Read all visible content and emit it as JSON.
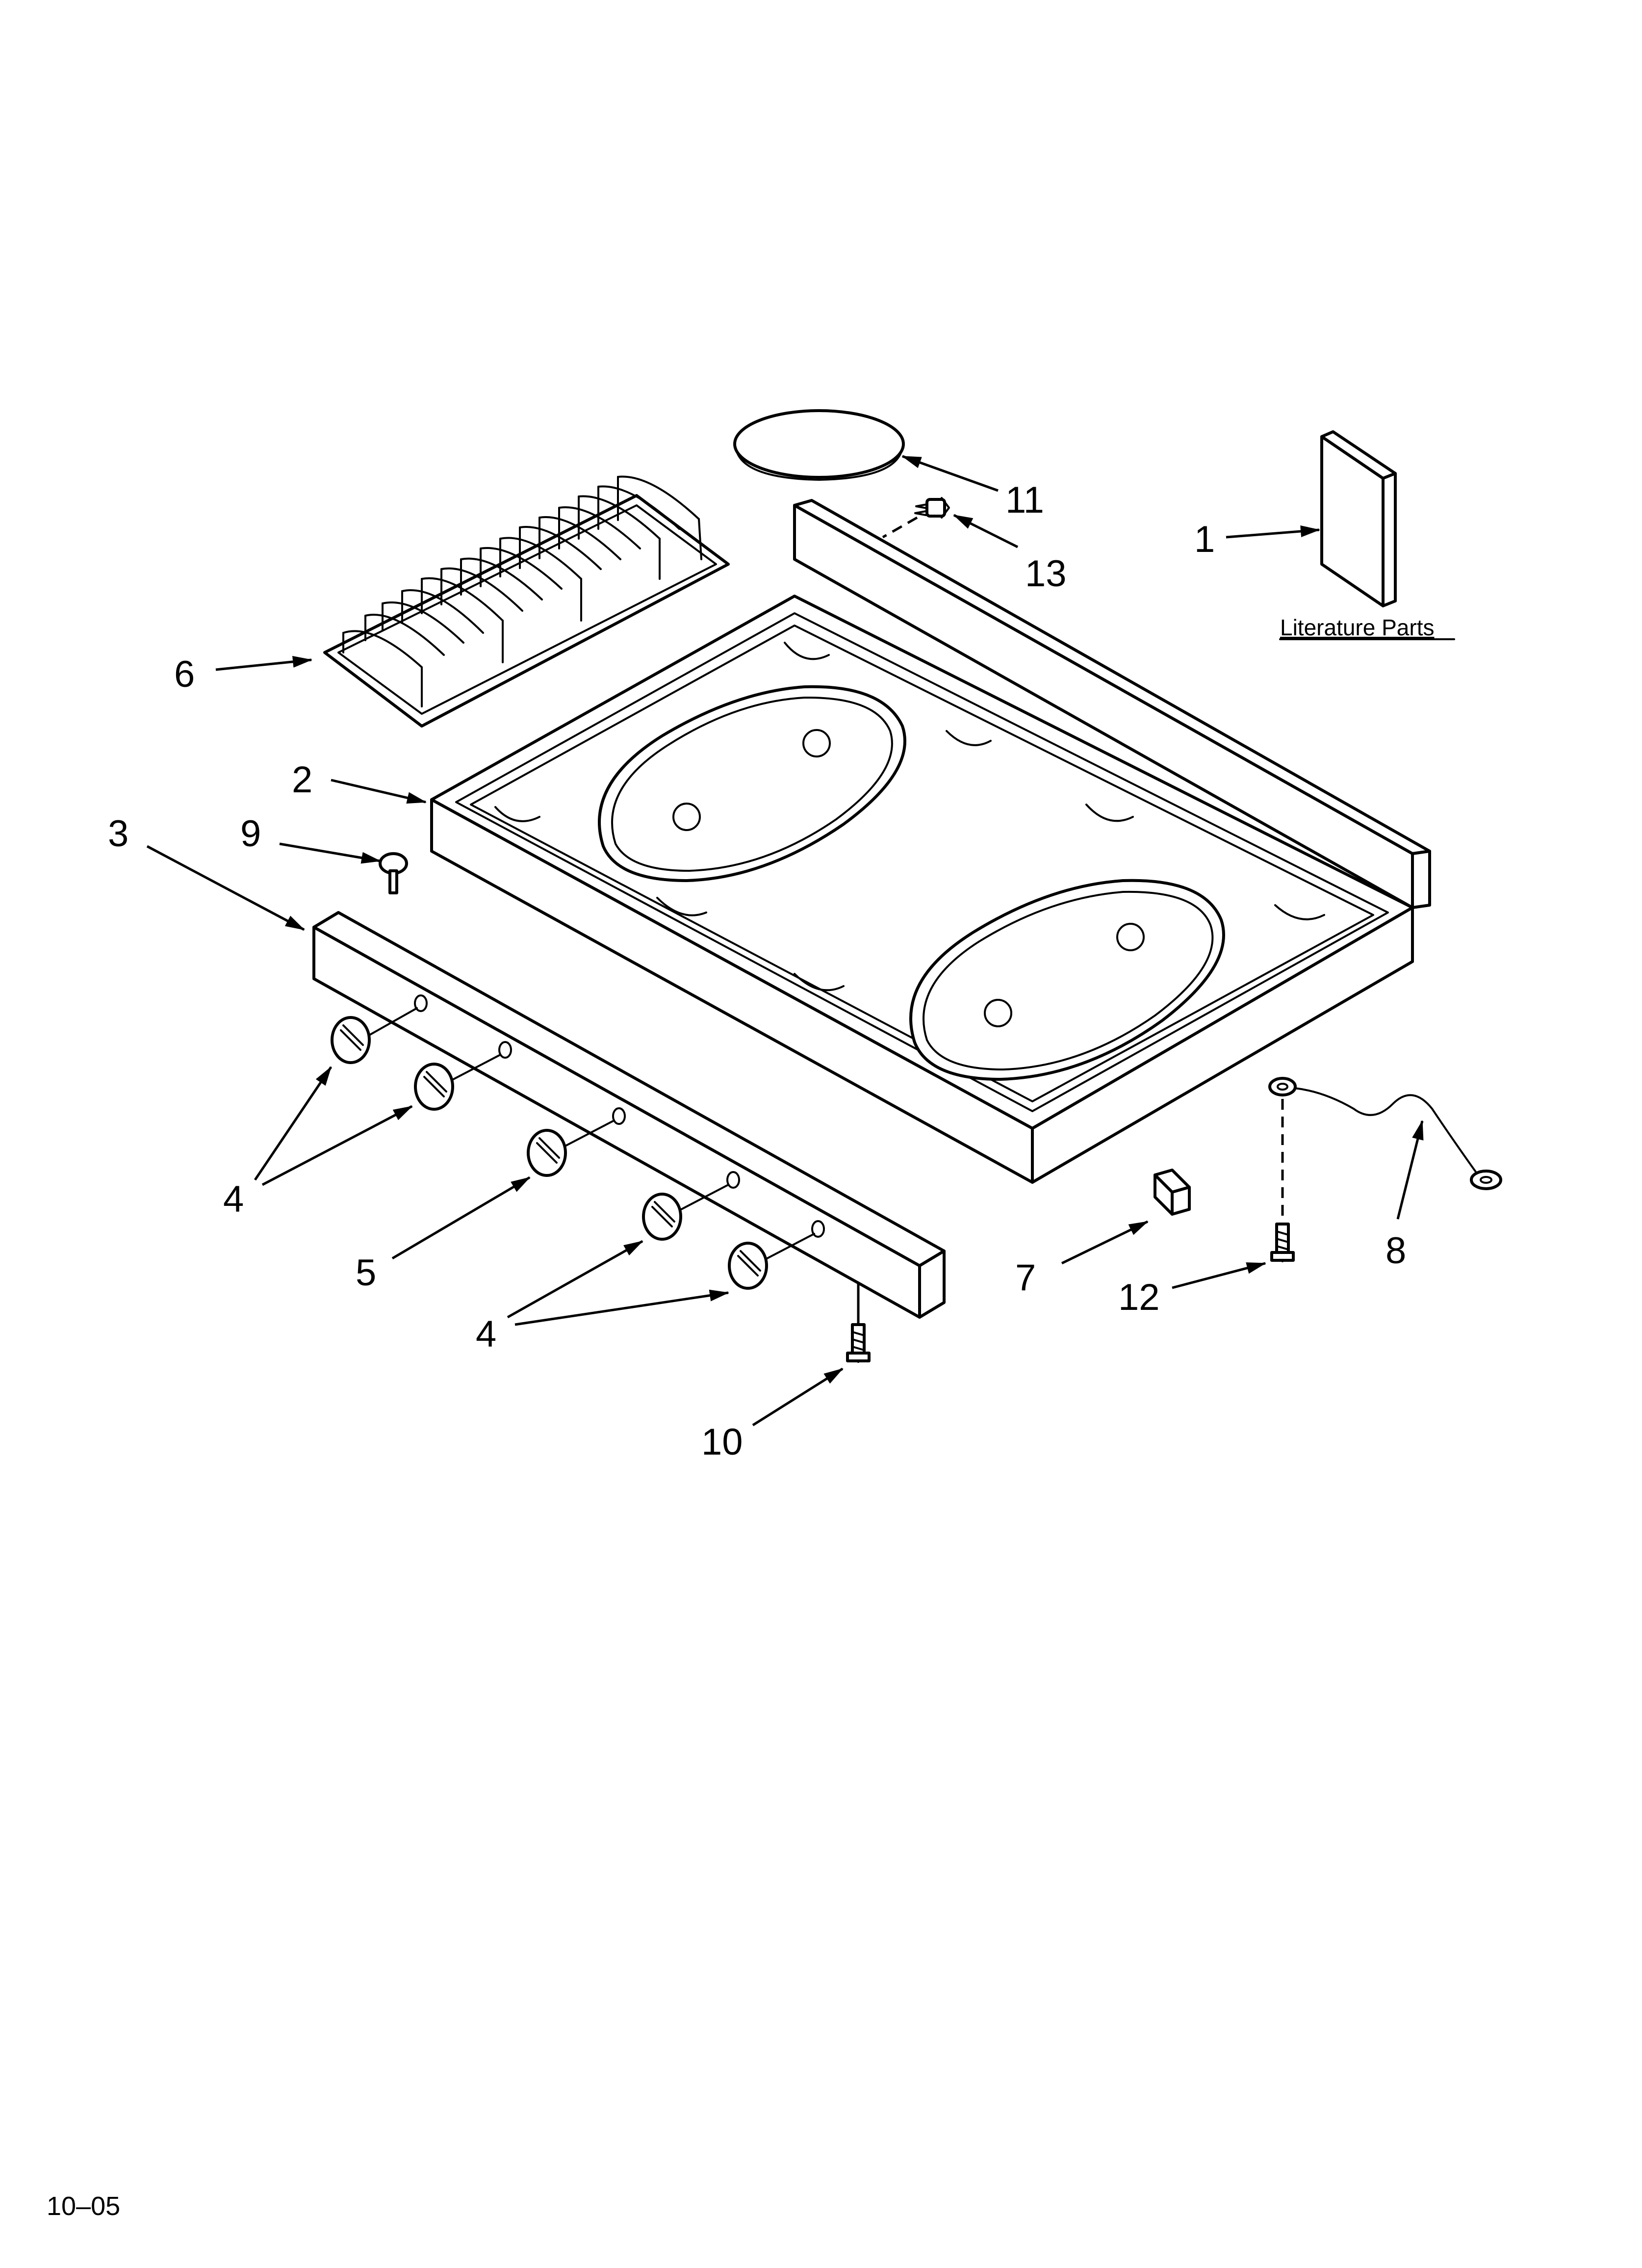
{
  "callouts": {
    "c1": "1",
    "c2": "2",
    "c3": "3",
    "c4a": "4",
    "c4b": "4",
    "c5": "5",
    "c6": "6",
    "c7": "7",
    "c8": "8",
    "c9": "9",
    "c10": "10",
    "c11": "11",
    "c12": "12",
    "c13": "13"
  },
  "literature_label": "Literature Parts",
  "doc_code": "10–05"
}
